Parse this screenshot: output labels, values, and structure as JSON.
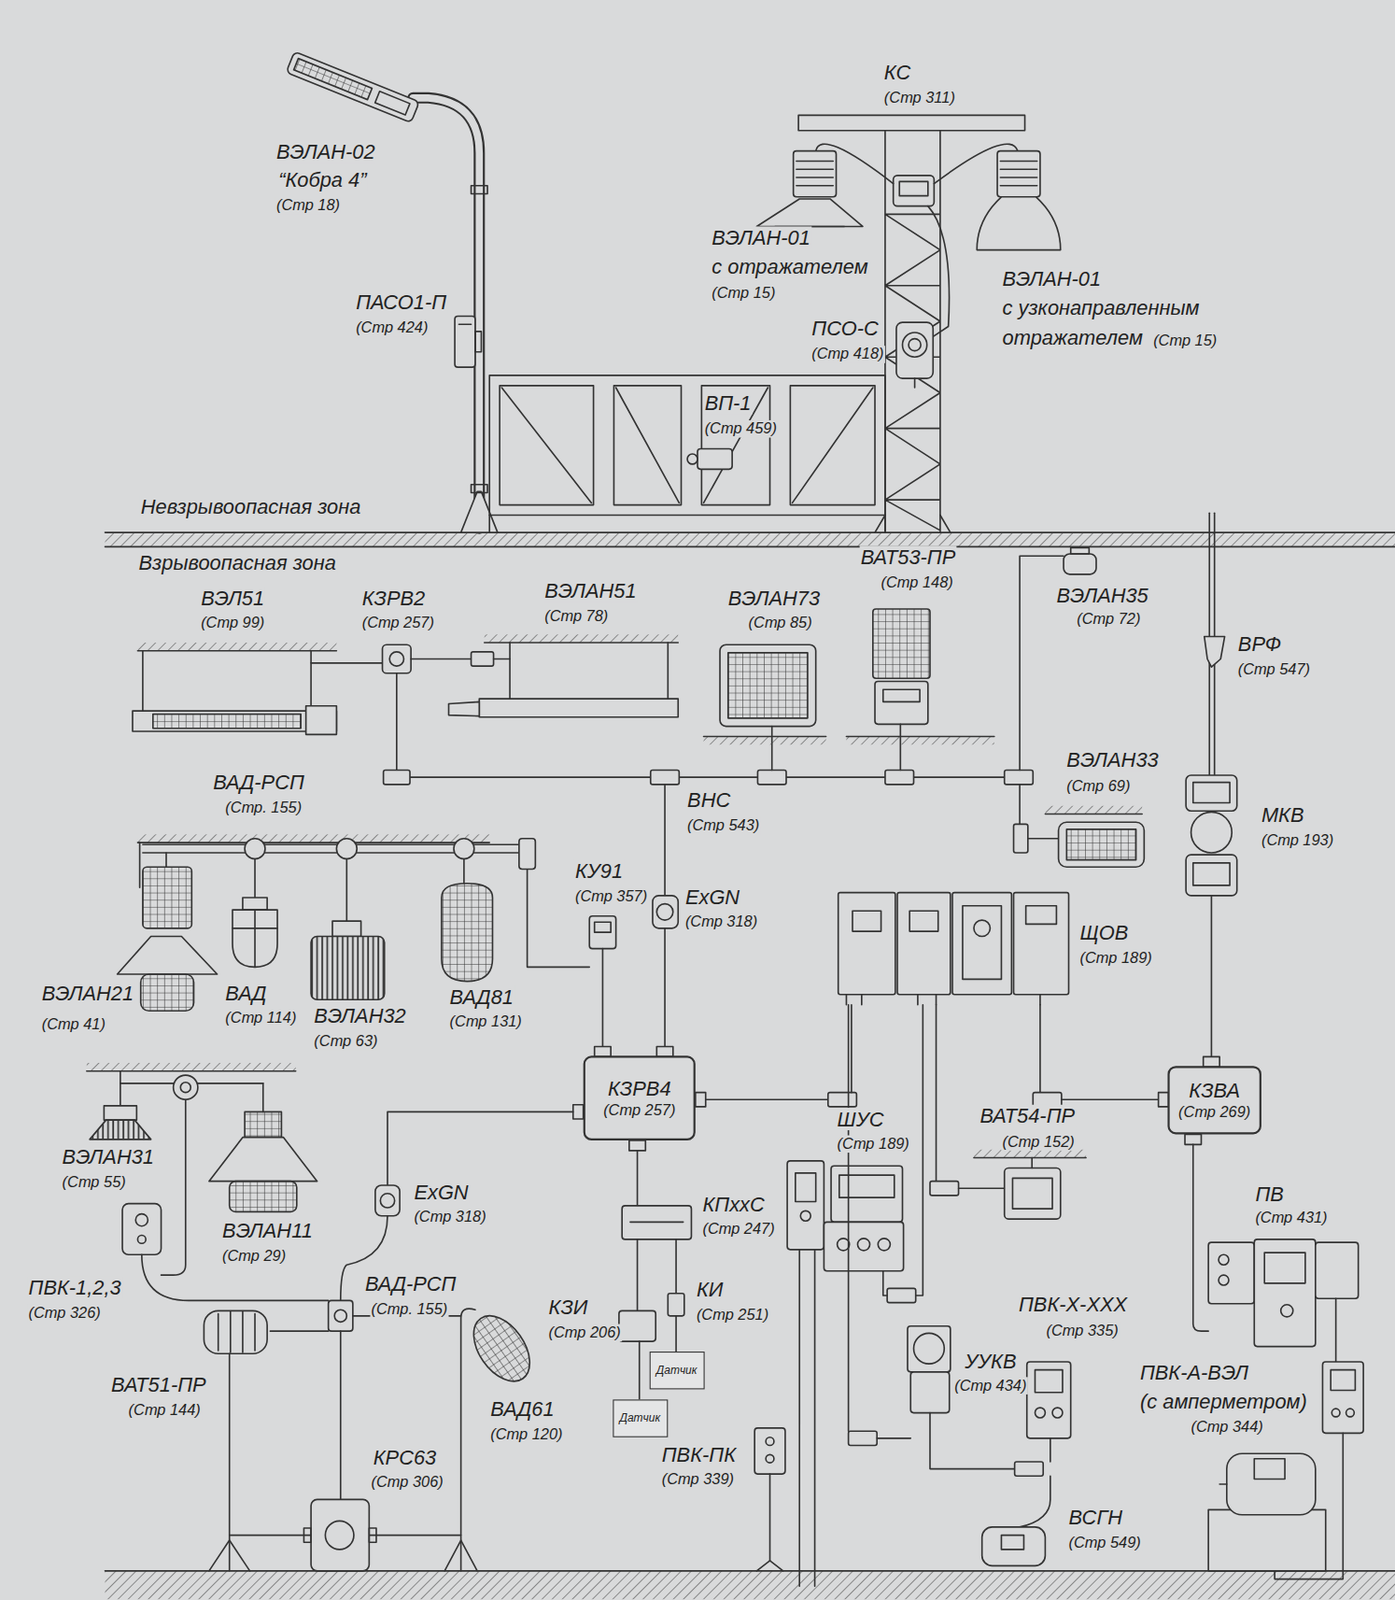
{
  "diagram": {
    "nodes": [
      {
        "text": [
          "КЗРВ4",
          "(Стр 257)"
        ]
      },
      {
        "text": [
          "КЗВА",
          "(Стр 269)"
        ]
      },
      {
        "text": [
          "Датчик"
        ]
      },
      {
        "text": [
          "Датчик"
        ]
      }
    ],
    "labels": [
      "ВЭЛАН-02",
      "“Кобра 4”",
      "(Стр 18)",
      "КС",
      "(Стр 311)",
      "ВЭЛАН-01",
      "с отражателем",
      "(Стр 15)",
      "ВЭЛАН-01",
      "с узконаправленным",
      "отражателем",
      "(Стр 15)",
      "ПАСО1-П",
      "(Стр 424)",
      "ПСО-С",
      "(Стр 418)",
      "ВП-1",
      "(Стр 459)",
      "Невзрывоопасная зона",
      "Взрывоопасная зона",
      "ВЭЛ51",
      "(Стр 99)",
      "КЗРВ2",
      "(Стр 257)",
      "ВЭЛАН51",
      "(Стр 78)",
      "ВАТ53-ПР",
      "(Стр 148)",
      "ВЭЛАН73",
      "(Стр 85)",
      "ВЭЛАН35",
      "(Стр 72)",
      "ВРФ",
      "(Стр 547)",
      "ВЭЛАН33",
      "(Стр 69)",
      "ВАД-РСП",
      "(Стр. 155)",
      "ВНС",
      "(Стр 543)",
      "МКВ",
      "(Стр 193)",
      "КУ91",
      "(Стр 357)",
      "ExGN",
      "(Стр 318)",
      "ЩОВ",
      "(Стр 189)",
      "ВЭЛАН21",
      "(Стр 41)",
      "ВАД",
      "(Стр 114)",
      "ВЭЛАН32",
      "(Стр 63)",
      "ВАД81",
      "(Стр 131)",
      "ШУС",
      "(Стр 189)",
      "ВАТ54-ПР",
      "(Стр 152)",
      "ВЭЛАН31",
      "(Стр 55)",
      "ExGN",
      "(Стр 318)",
      "ПВ",
      "(Стр 431)",
      "КПxxС",
      "(Стр 247)",
      "ВЭЛАН11",
      "(Стр 29)",
      "ПВК-1,2,3",
      "(Стр 326)",
      "ВАД-РСП",
      "(Стр. 155)",
      "КИ",
      "(Стр 251)",
      "КЗИ",
      "(Стр 206)",
      "ПВК-Х-ХХХ",
      "(Стр 335)",
      "УУКВ",
      "(Стр 434)",
      "ПВК-А-ВЭЛ",
      "(с амперметром)",
      "(Стр 344)",
      "ВАТ51-ПР",
      "(Стр 144)",
      "ВАД61",
      "(Стр 120)",
      "КРС63",
      "(Стр 306)",
      "ПВК-ПК",
      "(Стр 339)",
      "ВСГН",
      "(Стр 549)"
    ]
  }
}
